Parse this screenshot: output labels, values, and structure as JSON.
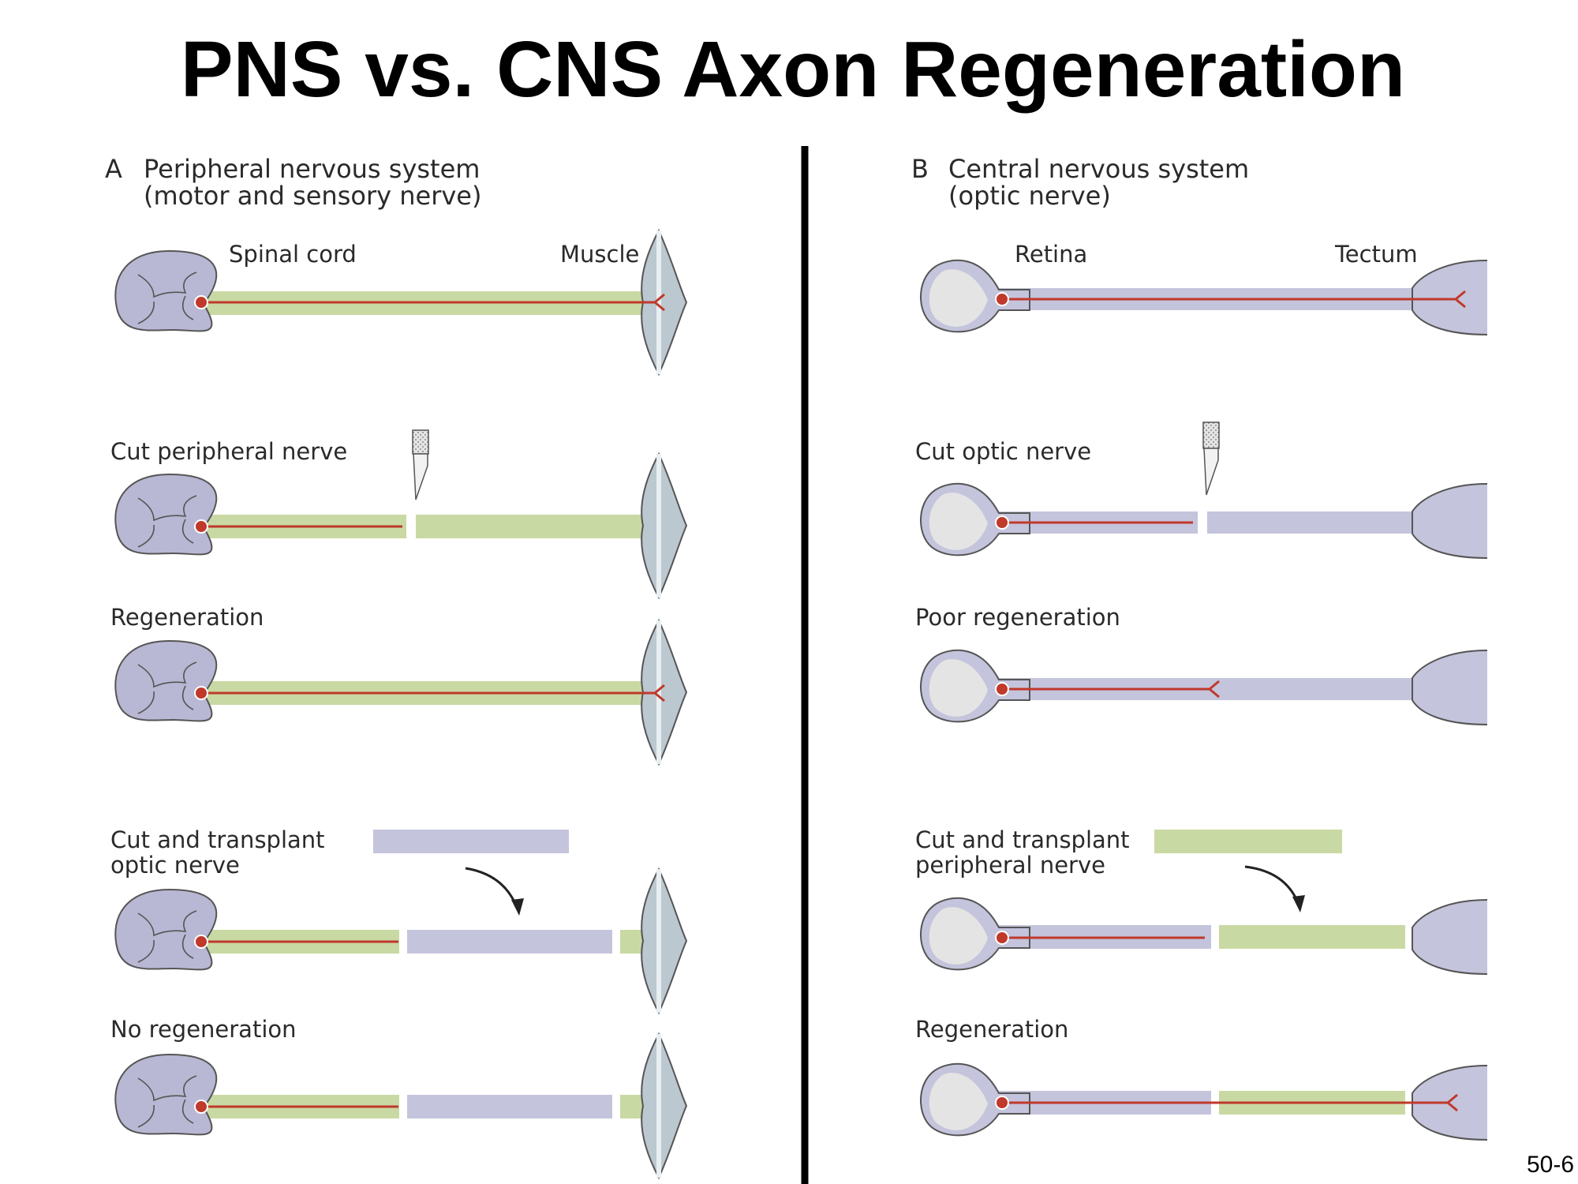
{
  "title": "PNS vs. CNS Axon Regeneration",
  "page_number": "50-6",
  "colors": {
    "peripheral_nerve": "#c9d9a3",
    "optic_nerve": "#c4c4dc",
    "axon": "#c0392b",
    "tissue_fill": "#dcdcec",
    "spinal_cord": "#b8b8d4",
    "muscle": "#bcc8d0",
    "outline": "#555555"
  },
  "panel_a": {
    "letter": "A",
    "heading_line1": "Peripheral nervous system",
    "heading_line2": "(motor and sensory nerve)",
    "label_spinal_cord": "Spinal cord",
    "label_muscle": "Muscle",
    "label_cut": "Cut peripheral nerve",
    "label_regen": "Regeneration",
    "label_transplant_line1": "Cut and transplant",
    "label_transplant_line2": "optic nerve",
    "label_no_regen": "No regeneration"
  },
  "panel_b": {
    "letter": "B",
    "heading_line1": "Central nervous system",
    "heading_line2": "(optic nerve)",
    "label_retina": "Retina",
    "label_tectum": "Tectum",
    "label_cut": "Cut optic nerve",
    "label_poor_regen": "Poor regeneration",
    "label_transplant_line1": "Cut and transplant",
    "label_transplant_line2": "peripheral nerve",
    "label_regen": "Regeneration"
  }
}
